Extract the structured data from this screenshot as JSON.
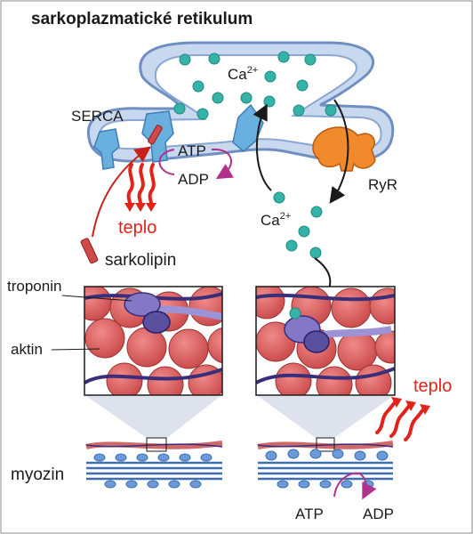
{
  "title": "sarkoplazmatické retikulum",
  "labels": {
    "serca": "SERCA",
    "ca_top": "Ca",
    "ca_top_sup": "2+",
    "atp_top": "ATP",
    "adp_top": "ADP",
    "ryr": "RyR",
    "ca_mid": "Ca",
    "ca_mid_sup": "2+",
    "teplo_left": "teplo",
    "sarkolipin": "sarkolipin",
    "troponin": "troponin",
    "aktin": "aktin",
    "teplo_right": "teplo",
    "myozin": "myozin",
    "atp_bottom": "ATP",
    "adp_bottom": "ADP"
  },
  "colors": {
    "membrane": "#a9c2e4",
    "membrane_stroke": "#6f8fc0",
    "calcium": "#36b3a8",
    "serca": "#6ab0df",
    "ryr": "#f08a2c",
    "heat": "#e2231a",
    "actin": "#e06a6a",
    "troponin": "#5b4fa0",
    "myosin": "#5a8fd0",
    "arrow_purple": "#b0328a"
  }
}
